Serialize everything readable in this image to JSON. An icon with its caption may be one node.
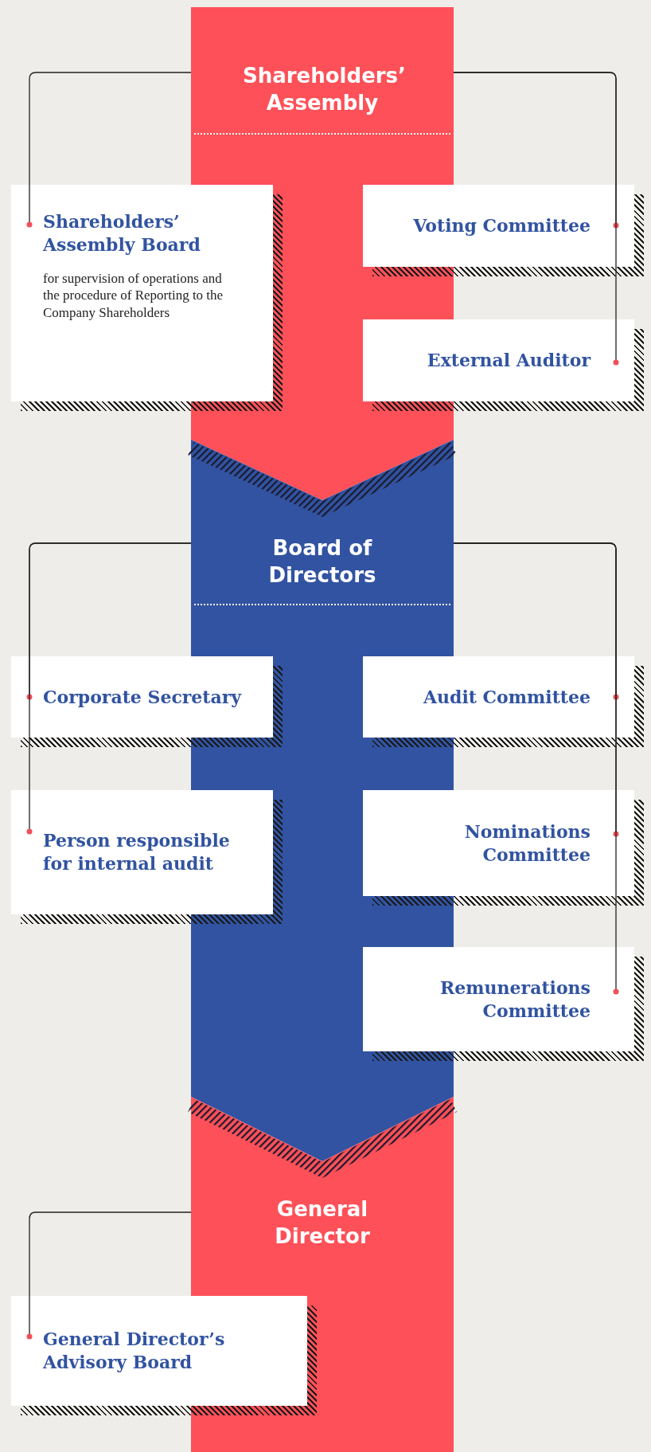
{
  "diagram": {
    "nodes": [
      {
        "text": [
          "Shareholders’ Assembly"
        ]
      },
      {
        "text": [
          "Shareholders’ Assembly Board",
          "for supervision of operations and the procedure of Reporting to the Company Shareholders"
        ]
      },
      {
        "text": [
          "Voting Committee"
        ]
      },
      {
        "text": [
          "External Auditor"
        ]
      },
      {
        "text": [
          "Board of Directors"
        ]
      },
      {
        "text": [
          "Corporate Secretary"
        ]
      },
      {
        "text": [
          "Person responsible for internal audit"
        ]
      },
      {
        "text": [
          "Audit Committee"
        ]
      },
      {
        "text": [
          "Nominations Committee"
        ]
      },
      {
        "text": [
          "Remunerations Committee"
        ]
      },
      {
        "text": [
          "General Director"
        ]
      },
      {
        "text": [
          "General Director’s Advisory Board"
        ]
      }
    ],
    "edges": [
      {
        "from": 0,
        "to": 1,
        "arrow": "other"
      },
      {
        "from": 0,
        "to": 2,
        "arrow": "other"
      },
      {
        "from": 0,
        "to": 3,
        "arrow": "other"
      },
      {
        "from": 0,
        "to": 4,
        "arrow": "none"
      },
      {
        "from": 4,
        "to": 5,
        "arrow": "other"
      },
      {
        "from": 4,
        "to": 6,
        "arrow": "other"
      },
      {
        "from": 4,
        "to": 7,
        "arrow": "other"
      },
      {
        "from": 4,
        "to": 8,
        "arrow": "other"
      },
      {
        "from": 4,
        "to": 9,
        "arrow": "other"
      },
      {
        "from": 4,
        "to": 10,
        "arrow": "none"
      },
      {
        "from": 10,
        "to": 11,
        "arrow": "other"
      }
    ]
  }
}
